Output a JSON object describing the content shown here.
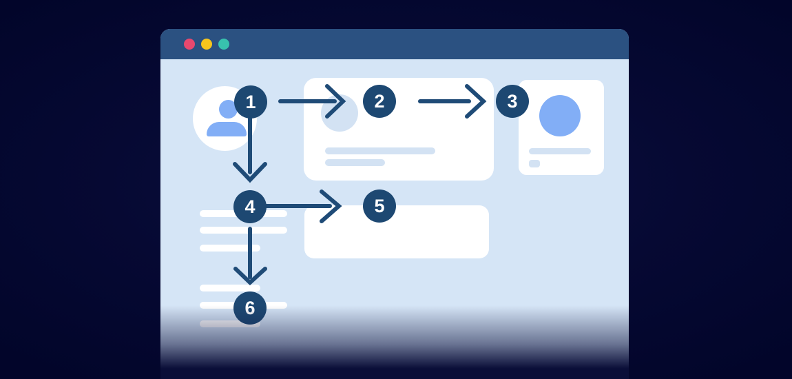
{
  "window": {
    "kind": "browser-mockup-illustration",
    "titlebar_dots": [
      {
        "name": "red-dot",
        "color": "#e8486e"
      },
      {
        "name": "yellow-dot",
        "color": "#f7c51c"
      },
      {
        "name": "teal-dot",
        "color": "#38c2ae"
      }
    ]
  },
  "steps": [
    {
      "label": "1"
    },
    {
      "label": "2"
    },
    {
      "label": "3"
    },
    {
      "label": "4"
    },
    {
      "label": "5"
    },
    {
      "label": "6"
    }
  ],
  "connections": [
    {
      "from": "1",
      "to": "2",
      "direction": "right"
    },
    {
      "from": "2",
      "to": "3",
      "direction": "right"
    },
    {
      "from": "1",
      "to": "4",
      "direction": "down"
    },
    {
      "from": "4",
      "to": "5",
      "direction": "right"
    },
    {
      "from": "4",
      "to": "6",
      "direction": "down"
    }
  ],
  "placeholders": {
    "avatar": "user-silhouette",
    "middle_card": "media card with circle thumbnail and two text lines",
    "right_card": "profile card with large circle, text line and small tag",
    "lower_card": "empty content card",
    "list_lines": "six white list placeholder lines in two groups"
  },
  "colors": {
    "page_background": "#05082e",
    "titlebar": "#2b5181",
    "content_background": "#d5e5f6",
    "step_badge": "#1d4872",
    "arrow": "#1f4b77",
    "figure_blue": "#82aef6",
    "card_shape_blue": "#d3e2f3",
    "card_white": "#ffffff"
  }
}
